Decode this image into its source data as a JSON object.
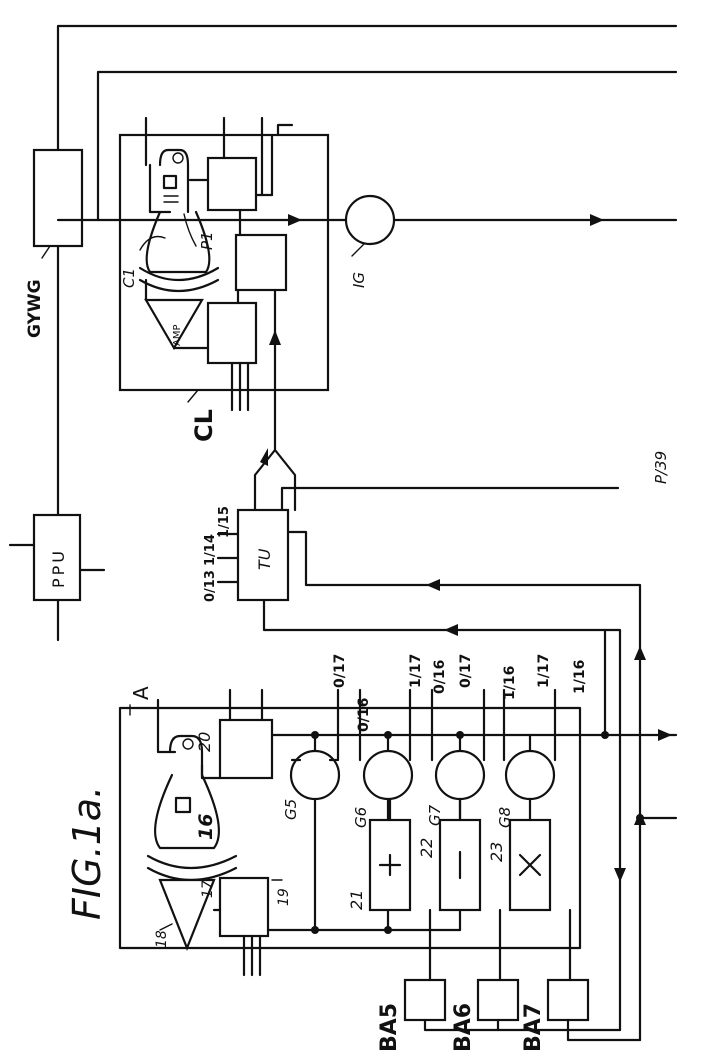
{
  "figure_title": "FIG.1a.",
  "boxes": {
    "ppu": "PPU",
    "tu": "TU",
    "ba5": "BA5",
    "ba6": "BA6",
    "ba7": "BA7",
    "amp": "AMP",
    "plus": "+",
    "minus": "−",
    "times": "×"
  },
  "labels": {
    "gywg": "GYWG",
    "cl": "CL",
    "a": "A",
    "c1": "C1",
    "p1": "P1",
    "ig": "IG",
    "p39": "P/39",
    "n16": "16",
    "n17": "17",
    "n18": "18",
    "n19": "19",
    "n20": "20",
    "n21": "21",
    "n22": "22",
    "n23": "23",
    "g5": "G5",
    "g6": "G6",
    "g7": "G7",
    "g8": "G8",
    "tu_in1": "0/13",
    "tu_in2": "1/14",
    "tu_in3": "1/15",
    "gate_labels": [
      "0/17",
      "0/16",
      "1/17",
      "0/16",
      "0/17",
      "1/16",
      "1/17",
      "1/16"
    ]
  }
}
